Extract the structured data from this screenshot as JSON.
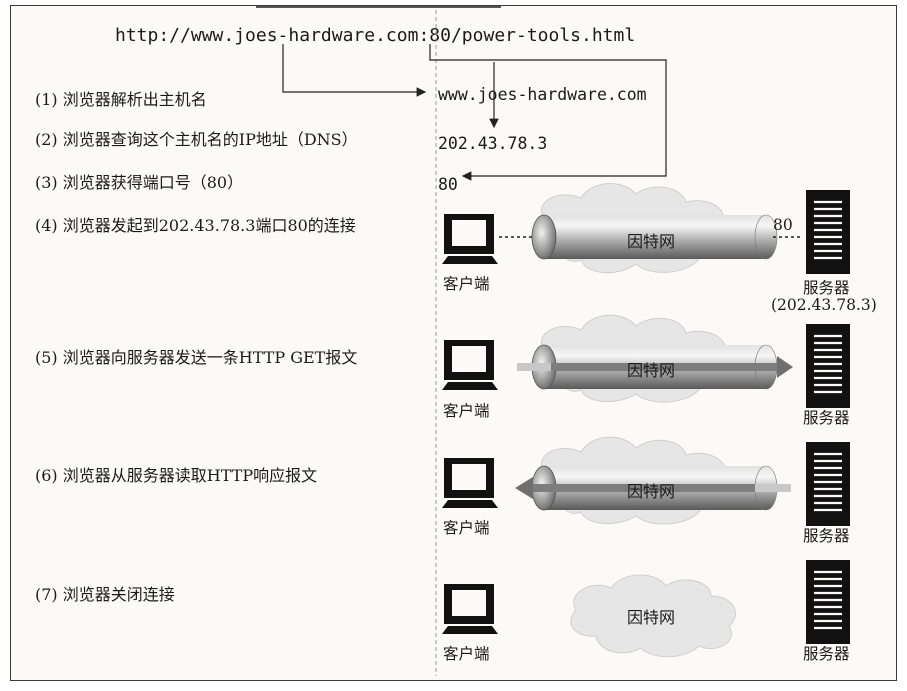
{
  "url": {
    "prefix": "http://",
    "host": "www.joes-hardware.com",
    "colon": ":",
    "port": "80",
    "path": "/power-tools.html"
  },
  "steps": [
    "(1) 浏览器解析出主机名",
    "(2) 浏览器查询这个主机名的IP地址（DNS）",
    "(3) 浏览器获得端口号（80）",
    "(4) 浏览器发起到202.43.78.3端口80的连接",
    "(5) 浏览器向服务器发送一条HTTP GET报文",
    "(6) 浏览器从服务器读取HTTP响应报文",
    "(7) 浏览器关闭连接"
  ],
  "outputs": {
    "hostname": "www.joes-hardware.com",
    "ip": "202.43.78.3",
    "port": "80"
  },
  "labels": {
    "internet": "因特网",
    "client": "客户端",
    "server": "服务器",
    "server_ip": "(202.43.78.3)",
    "port": "80"
  }
}
